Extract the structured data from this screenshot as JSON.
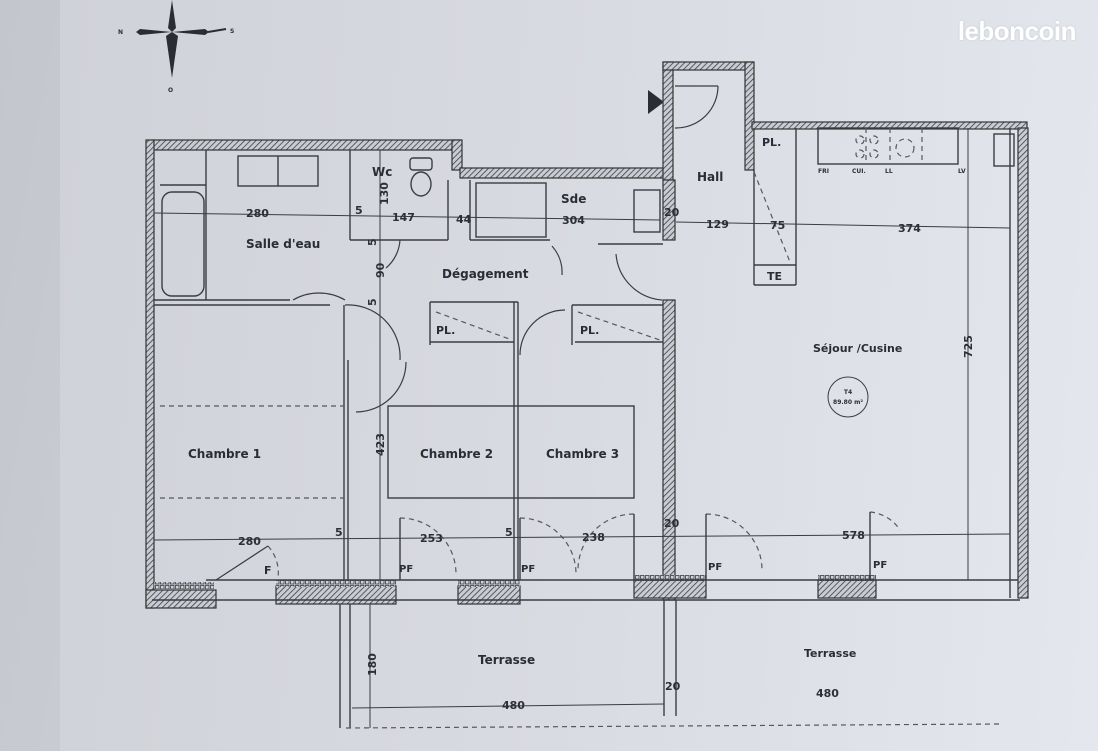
{
  "brand": {
    "logo_text": "leboncoin"
  },
  "compass": {
    "north_label": "N",
    "south_label": "S",
    "west_label": "O",
    "icon": "compass-rose-icon"
  },
  "entrance": {
    "icon": "entrance-arrow-icon"
  },
  "rooms": {
    "salle_deau": "Salle d'eau",
    "wc": "Wc",
    "sde": "Sde",
    "hall": "Hall",
    "degagement": "Dégagement",
    "sejour_cuisine": "Séjour /Cusine",
    "chambre1": "Chambre 1",
    "chambre2": "Chambre 2",
    "chambre3": "Chambre 3",
    "terrasse_left": "Terrasse",
    "terrasse_right": "Terrasse",
    "placard_hall": "PL.",
    "placard_ch2": "PL.",
    "placard_ch3": "PL.",
    "tableau_electrique": "TE"
  },
  "apartment": {
    "type": "T4",
    "area": "89.80 m²"
  },
  "kitchen_labels": {
    "fridge": "FRI",
    "cooktop": "CUI.",
    "dishwasher": "LL",
    "sink": "LV"
  },
  "window_labels": {
    "chambre1": "F",
    "chambre2": "PF",
    "chambre3": "PF",
    "sejour_left": "PF",
    "sejour_right": "PF"
  },
  "dimensions": {
    "salle_deau_width": "280",
    "wall_5_a": "5",
    "wc_depth": "130",
    "wc_width": "147",
    "shower_width": "44",
    "sde_width": "304",
    "wall_20_sde": "20",
    "hall_width": "129",
    "placard_hall_width": "75",
    "sejour_width_top": "374",
    "sejour_depth": "725",
    "door_wall_5_top": "5",
    "degagement_width": "90",
    "door_wall_5_bottom": "5",
    "bedroom_depth": "423",
    "chambre1_width": "280",
    "wall_5_c": "5",
    "chambre2_width": "253",
    "wall_5_d": "5",
    "chambre3_width": "238",
    "wall_20_sejour": "20",
    "sejour_width_bottom": "578",
    "terrasse_depth": "180",
    "terrasse_left_width": "480",
    "terrasse_wall": "20",
    "terrasse_right_width": "480"
  }
}
